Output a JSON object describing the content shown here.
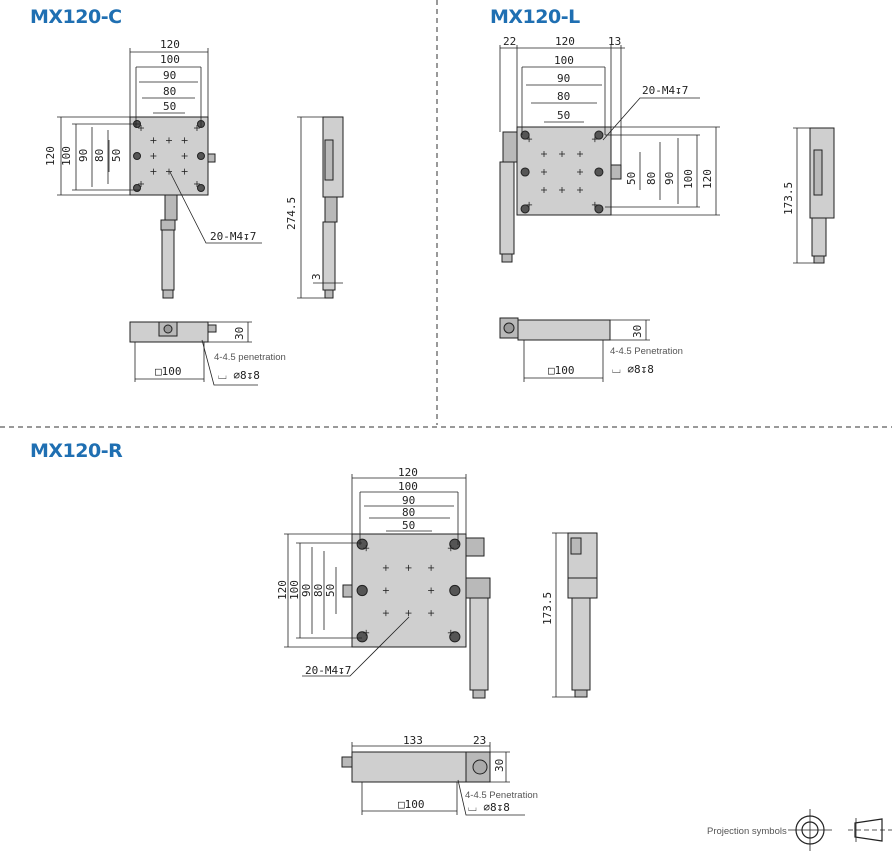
{
  "models": {
    "c": {
      "title": "MX120-C",
      "dims_h": [
        "120",
        "100",
        "90",
        "80",
        "50"
      ],
      "dims_v": [
        "120",
        "100",
        "90",
        "80",
        "50"
      ],
      "height": "274.5",
      "offset": "3",
      "front_height": "30",
      "front_width": "□100",
      "tap_note": "20-M4↧7",
      "hole_note": "4-4.5 penetration",
      "hole_symbol": "⌴  ⌀8↧8"
    },
    "l": {
      "title": "MX120-L",
      "dims_h": [
        "22",
        "120",
        "13",
        "100",
        "90",
        "80",
        "50"
      ],
      "dims_v": [
        "50",
        "80",
        "90",
        "100",
        "120"
      ],
      "height": "173.5",
      "front_height": "30",
      "front_width": "□100",
      "tap_note": "20-M4↧7",
      "hole_note": "4-4.5 Penetration",
      "hole_symbol": "⌴  ⌀8↧8"
    },
    "r": {
      "title": "MX120-R",
      "dims_h": [
        "120",
        "100",
        "90",
        "80",
        "50"
      ],
      "dims_v": [
        "120",
        "100",
        "90",
        "80",
        "50"
      ],
      "height": "173.5",
      "front_length": "133",
      "knob": "23",
      "front_height": "30",
      "front_width": "□100",
      "tap_note": "20-M4↧7",
      "hole_note": "4-4.5 Penetration",
      "hole_symbol": "⌴ ⌀8↧8"
    }
  },
  "projection_label": "Projection symbols",
  "title_color": "#1f6fb2"
}
